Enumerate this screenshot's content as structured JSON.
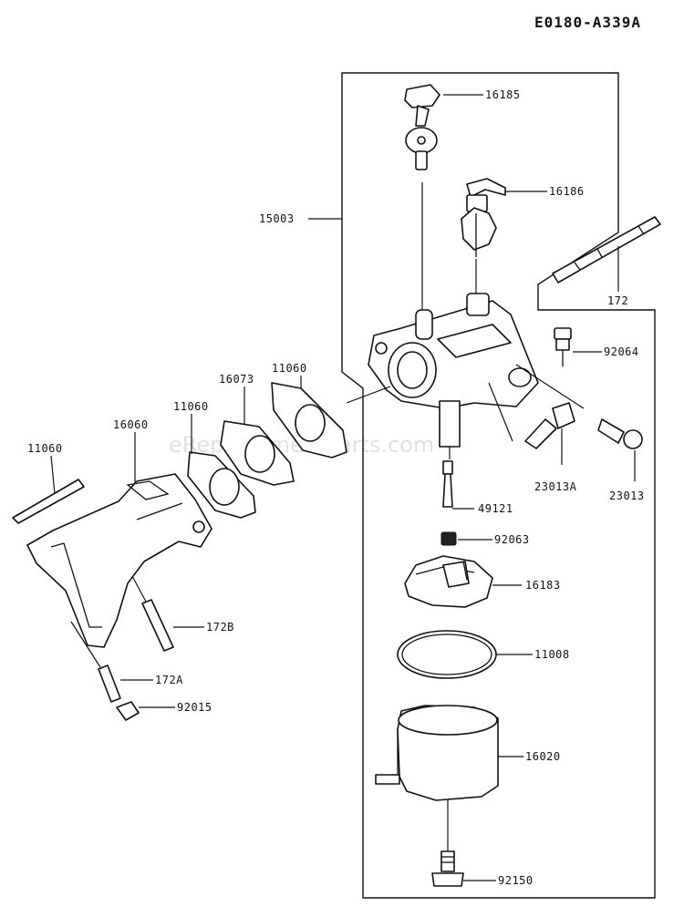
{
  "diagram_code": "E0180-A339A",
  "watermark": "eReplacementParts.com",
  "labels": {
    "p16185": "16185",
    "p16186": "16186",
    "p15003": "15003",
    "p172": "172",
    "p92064": "92064",
    "p11060_a": "11060",
    "p16073": "16073",
    "p11060_b": "11060",
    "p16060": "16060",
    "p11060_c": "11060",
    "p23013A": "23013A",
    "p23013": "23013",
    "p49121": "49121",
    "p92063": "92063",
    "p16183": "16183",
    "p11008": "11008",
    "p172B": "172B",
    "p172A": "172A",
    "p92015": "92015",
    "p16020": "16020",
    "p92150": "92150"
  }
}
